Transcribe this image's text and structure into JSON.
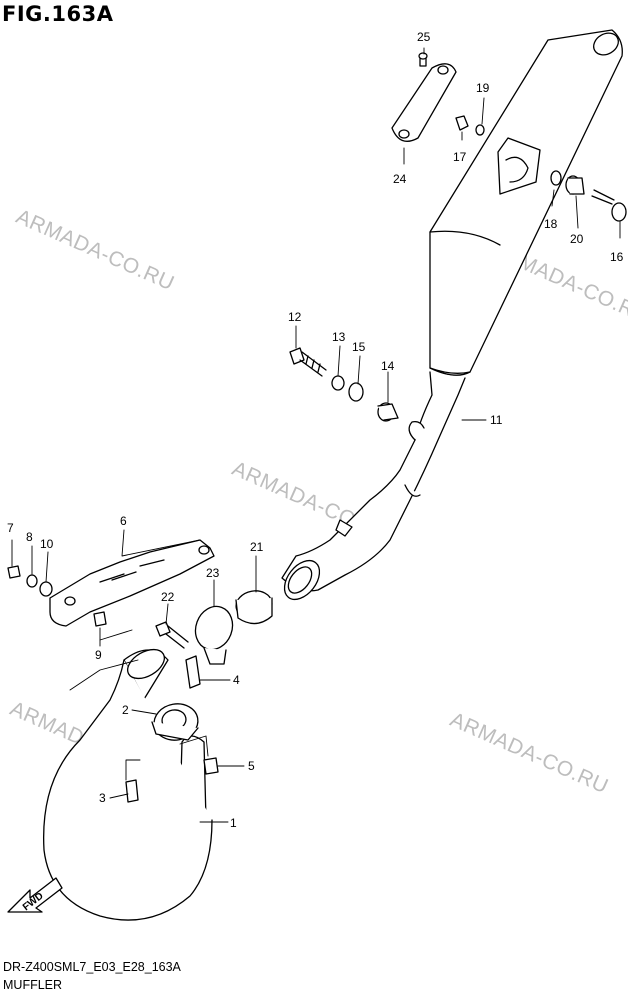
{
  "figure": {
    "title": "FIG.163A",
    "code": "DR-Z400SML7_E03_E28_163A",
    "name": "MUFFLER"
  },
  "watermark_text": "ARMADA-CO.RU",
  "fwd_label": "FWD",
  "parts": [
    {
      "id": "label-1",
      "text": "1"
    },
    {
      "id": "label-2",
      "text": "2"
    },
    {
      "id": "label-3",
      "text": "3"
    },
    {
      "id": "label-4",
      "text": "4"
    },
    {
      "id": "label-5",
      "text": "5"
    },
    {
      "id": "label-6",
      "text": "6"
    },
    {
      "id": "label-7",
      "text": "7"
    },
    {
      "id": "label-8",
      "text": "8"
    },
    {
      "id": "label-9",
      "text": "9"
    },
    {
      "id": "label-10",
      "text": "10"
    },
    {
      "id": "label-11",
      "text": "11"
    },
    {
      "id": "label-12",
      "text": "12"
    },
    {
      "id": "label-13",
      "text": "13"
    },
    {
      "id": "label-14",
      "text": "14"
    },
    {
      "id": "label-15",
      "text": "15"
    },
    {
      "id": "label-16",
      "text": "16"
    },
    {
      "id": "label-17",
      "text": "17"
    },
    {
      "id": "label-18",
      "text": "18"
    },
    {
      "id": "label-19",
      "text": "19"
    },
    {
      "id": "label-20",
      "text": "20"
    },
    {
      "id": "label-21",
      "text": "21"
    },
    {
      "id": "label-22",
      "text": "22"
    },
    {
      "id": "label-23",
      "text": "23"
    },
    {
      "id": "label-24",
      "text": "24"
    },
    {
      "id": "label-25",
      "text": "25"
    }
  ],
  "colors": {
    "line": "#000000",
    "watermark": "#bdbdbd",
    "background": "#ffffff"
  }
}
